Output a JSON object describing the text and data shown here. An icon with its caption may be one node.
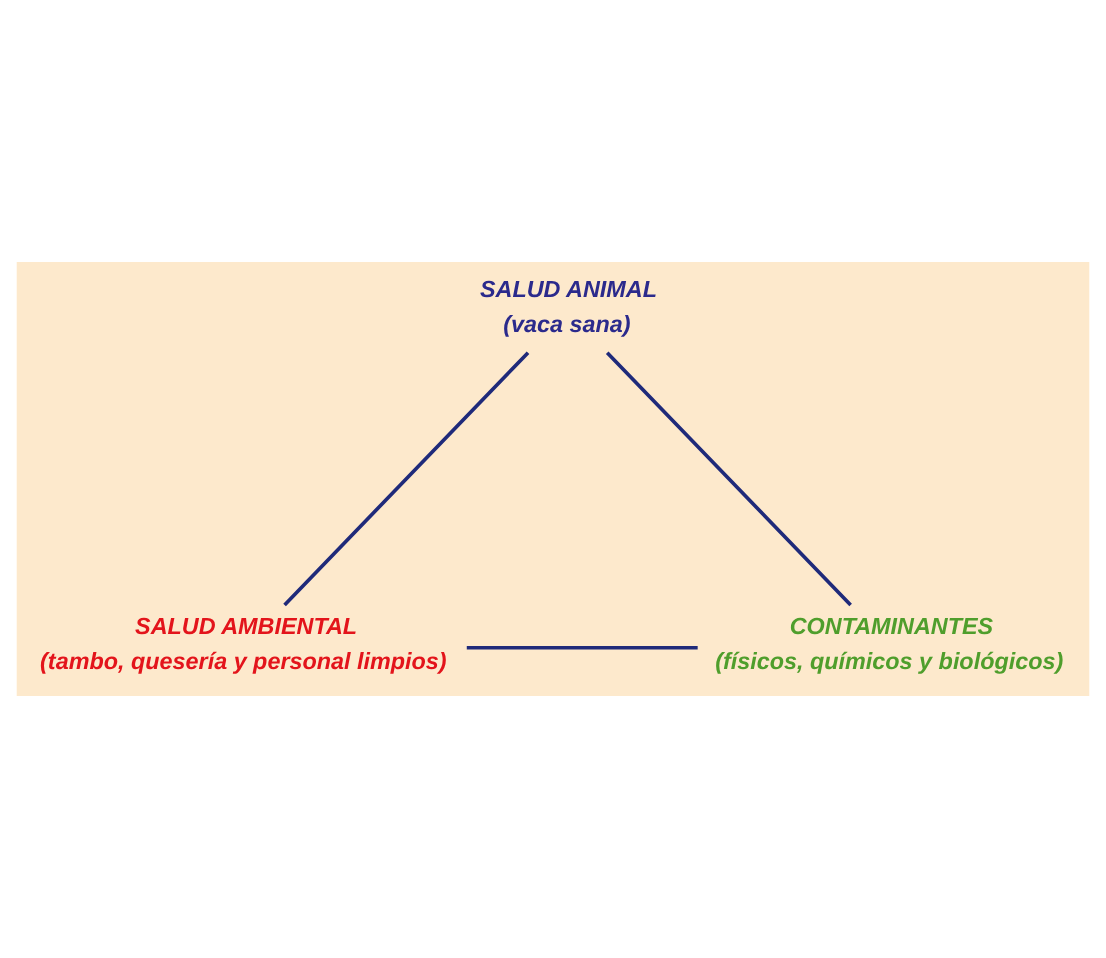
{
  "diagram": {
    "nodes": [
      {
        "text": [
          "SALUD ANIMAL",
          "(vaca sana)"
        ]
      },
      {
        "text": [
          "SALUD AMBIENTAL",
          "(tambo, quesería y personal limpios)"
        ]
      },
      {
        "text": [
          "CONTAMINANTES",
          "(físicos, químicos y biológicos)"
        ]
      }
    ],
    "edges": [
      {
        "from": 0,
        "to": 1,
        "arrow": "none"
      },
      {
        "from": 0,
        "to": 2,
        "arrow": "none"
      },
      {
        "from": 1,
        "to": 2,
        "arrow": "none"
      }
    ]
  }
}
